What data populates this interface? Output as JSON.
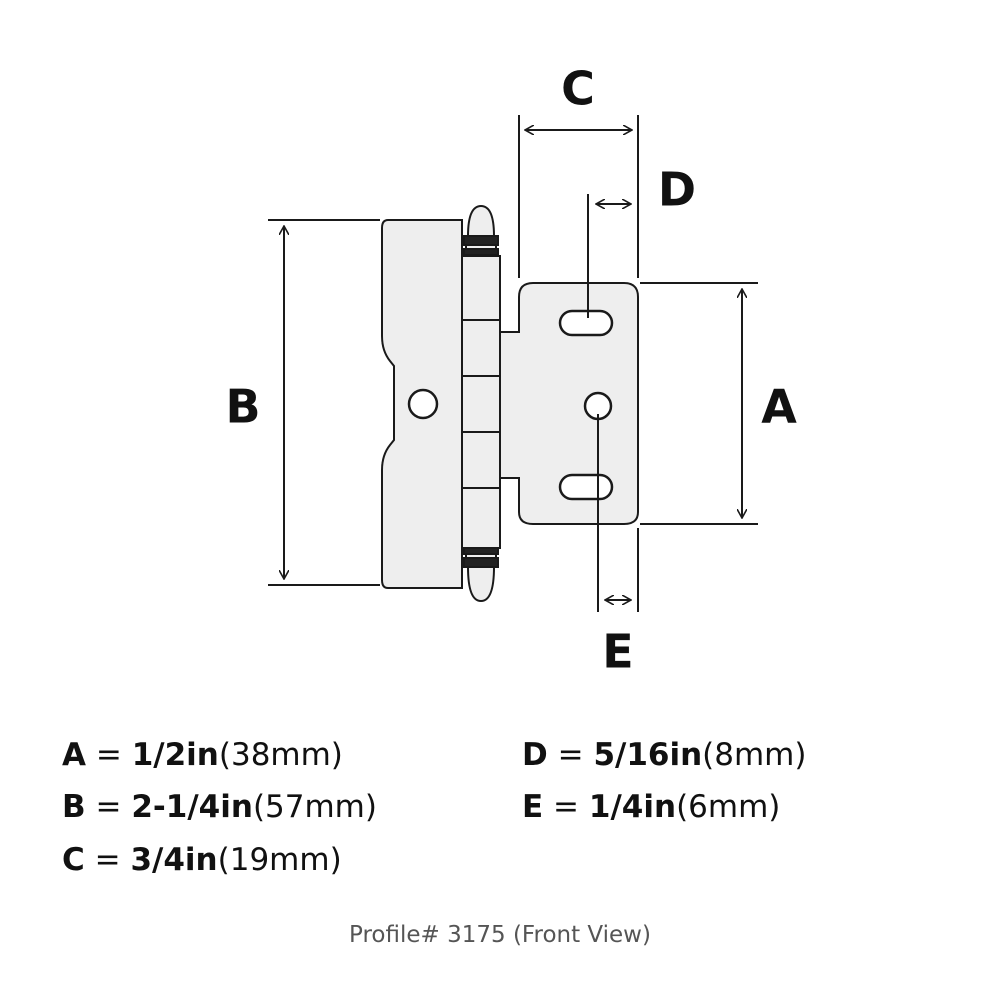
{
  "dimensions": [
    {
      "key": "A",
      "eq": "=",
      "imperial": "1/2in",
      "metric": "(38mm)"
    },
    {
      "key": "B",
      "eq": "=",
      "imperial": "2-1/4in",
      "metric": "(57mm)"
    },
    {
      "key": "C",
      "eq": "=",
      "imperial": "3/4in",
      "metric": "(19mm)"
    },
    {
      "key": "D",
      "eq": "=",
      "imperial": "5/16in",
      "metric": "(8mm)"
    },
    {
      "key": "E",
      "eq": "=",
      "imperial": "1/4in",
      "metric": "(6mm)"
    }
  ],
  "caption": "Profile# 3175 (Front View)",
  "colors": {
    "hinge_fill": "#eeeeee",
    "outline": "#1a1a1a",
    "text": "#111111",
    "caption": "#555555"
  }
}
